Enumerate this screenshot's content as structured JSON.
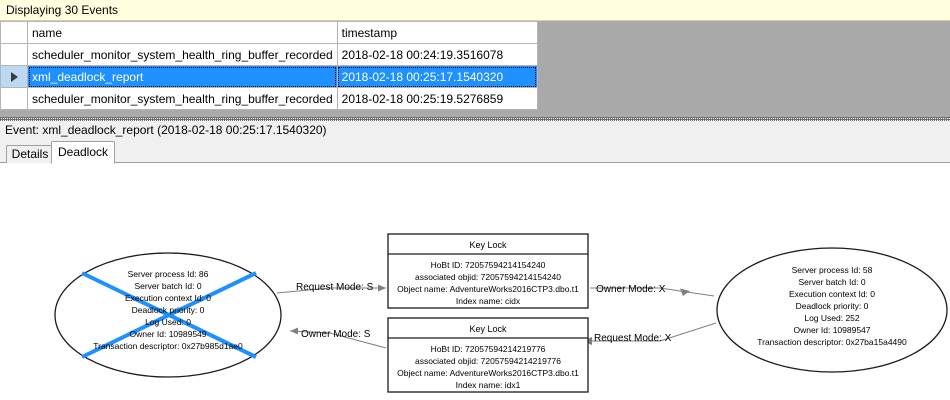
{
  "banner": {
    "text": "Displaying 30 Events"
  },
  "grid": {
    "columns": [
      "",
      "name",
      "timestamp"
    ],
    "rows": [
      {
        "selector": "",
        "name": "scheduler_monitor_system_health_ring_buffer_recorded",
        "timestamp": "2018-02-18 00:24:19.3516078",
        "selected": false
      },
      {
        "selector": "row-arrow",
        "name": "xml_deadlock_report",
        "timestamp": "2018-02-18 00:25:17.1540320",
        "selected": true
      },
      {
        "selector": "",
        "name": "scheduler_monitor_system_health_ring_buffer_recorded",
        "timestamp": "2018-02-18 00:25:19.5276859",
        "selected": false
      }
    ]
  },
  "detail": {
    "header": "Event: xml_deadlock_report (2018-02-18 00:25:17.1540320)",
    "tabs": [
      {
        "label": "Details",
        "active": false
      },
      {
        "label": "Deadlock",
        "active": true
      }
    ]
  },
  "deadlock_graph": {
    "victim_marker_color": "#1e90ff",
    "processes": [
      {
        "id": "process-left",
        "victim": true,
        "lines": [
          "Server process Id: 86",
          "Server batch Id: 0",
          "Execution context Id: 0",
          "Deadlock priority: 0",
          "Log Used: 0",
          "Owner Id: 10989549",
          "Transaction descriptor: 0x27b985d1ae0"
        ]
      },
      {
        "id": "process-right",
        "victim": false,
        "lines": [
          "Server process Id: 58",
          "Server batch Id: 0",
          "Execution context Id: 0",
          "Deadlock priority: 0",
          "Log Used: 252",
          "Owner Id: 10989547",
          "Transaction descriptor: 0x27ba15a4490"
        ]
      }
    ],
    "resources": [
      {
        "id": "key-lock-top",
        "title": "Key Lock",
        "lines": [
          "HoBt ID: 72057594214154240",
          "associated objid: 72057594214154240",
          "Object name: AdventureWorks2016CTP3.dbo.t1",
          "Index name: cidx"
        ]
      },
      {
        "id": "key-lock-bottom",
        "title": "Key Lock",
        "lines": [
          "HoBt ID: 72057594214219776",
          "associated objid: 72057594214219776",
          "Object name: AdventureWorks2016CTP3.dbo.t1",
          "Index name: idx1"
        ]
      }
    ],
    "edges": [
      {
        "id": "edge-left-request-top",
        "label": "Request Mode: S"
      },
      {
        "id": "edge-right-owner-top",
        "label": "Owner Mode: X"
      },
      {
        "id": "edge-left-owner-bottom",
        "label": "Owner Mode: S"
      },
      {
        "id": "edge-right-request-bottom",
        "label": "Request Mode: X"
      }
    ]
  }
}
